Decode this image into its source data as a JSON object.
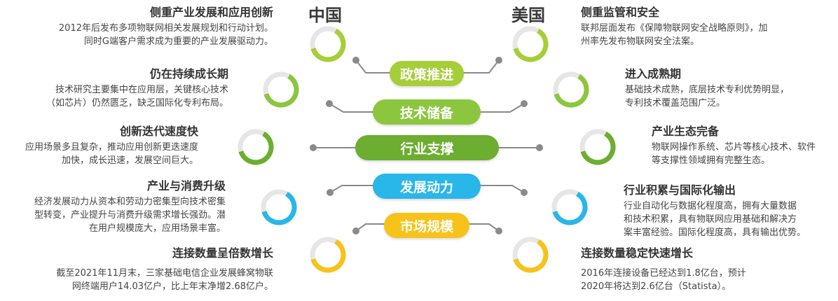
{
  "countries": {
    "china": "中国",
    "usa": "美国"
  },
  "center_pills": [
    {
      "label": "政策推进",
      "color": "#a6ce39"
    },
    {
      "label": "技术储备",
      "color": "#8cc63f"
    },
    {
      "label": "行业支撑",
      "color": "#6cae2f"
    },
    {
      "label": "发展动力",
      "color": "#29b6e8"
    },
    {
      "label": "市场规模",
      "color": "#f7c21a"
    }
  ],
  "left_items": [
    {
      "title": "侧重产业发展和应用创新",
      "lines": [
        "2012年后发布多项物联网相关发展规划和行动计划。",
        "同时G端客户需求成为重要的产业发展驱动力。"
      ],
      "ring_color": "#a6ce39"
    },
    {
      "title": "仍在持续成长期",
      "lines": [
        "技术研究主要集中在应用层，关键核心技术",
        "（如芯片）仍然匮乏，缺乏国际化专利布局。"
      ],
      "ring_color": "#8cc63f"
    },
    {
      "title": "创新迭代速度快",
      "lines": [
        "应用场景多且复杂，推动应用创新更迭速度",
        "加快，成长迅速，发展空间巨大。"
      ],
      "ring_color": "#6cae2f"
    },
    {
      "title": "产业与消费升级",
      "lines": [
        "经济发展动力从资本和劳动力密集型向技术密集",
        "型转变，产业提升与消费升级需求增长强劲。潜",
        "在用户规模庞大，应用场景丰富。"
      ],
      "ring_color": "#29b6e8"
    },
    {
      "title": "连接数量呈倍数增长",
      "lines": [
        "截至2021年11月末，三家基础电信企业发展蜂窝物联",
        "网终端用户14.03亿户，比上年末净增2.68亿户。"
      ],
      "ring_color": "#f7c21a"
    }
  ],
  "right_items": [
    {
      "title": "侧重监管和安全",
      "lines": [
        "联邦层面发布《保障物联网安全战略原则》，加",
        "州率先发布物联网安全法案。"
      ],
      "ring_color": "#a6ce39"
    },
    {
      "title": "进入成熟期",
      "lines": [
        "基础技术成熟，底层技术专利优势明显，",
        "专利技术覆盖范围广泛。"
      ],
      "ring_color": "#8cc63f"
    },
    {
      "title": "产业生态完备",
      "lines": [
        "物联网操作系统、芯片等核心技术、软件",
        "等支撑性领域拥有完整生态。"
      ],
      "ring_color": "#6cae2f"
    },
    {
      "title": "行业积累与国际化输出",
      "lines": [
        "行业自动化与数据化程度高，拥有大量数据",
        "和技术积累，具有物联网应用基础和解决方",
        "案丰富经验。国际化程度高，具有输出优势。"
      ],
      "ring_color": "#29b6e8"
    },
    {
      "title": "连接数量稳定快速增长",
      "lines": [
        "2016年连接设备已经达到1.8亿台，预计",
        "2020年将达到2.6亿台（Statista）。"
      ],
      "ring_color": "#f7c21a"
    }
  ]
}
